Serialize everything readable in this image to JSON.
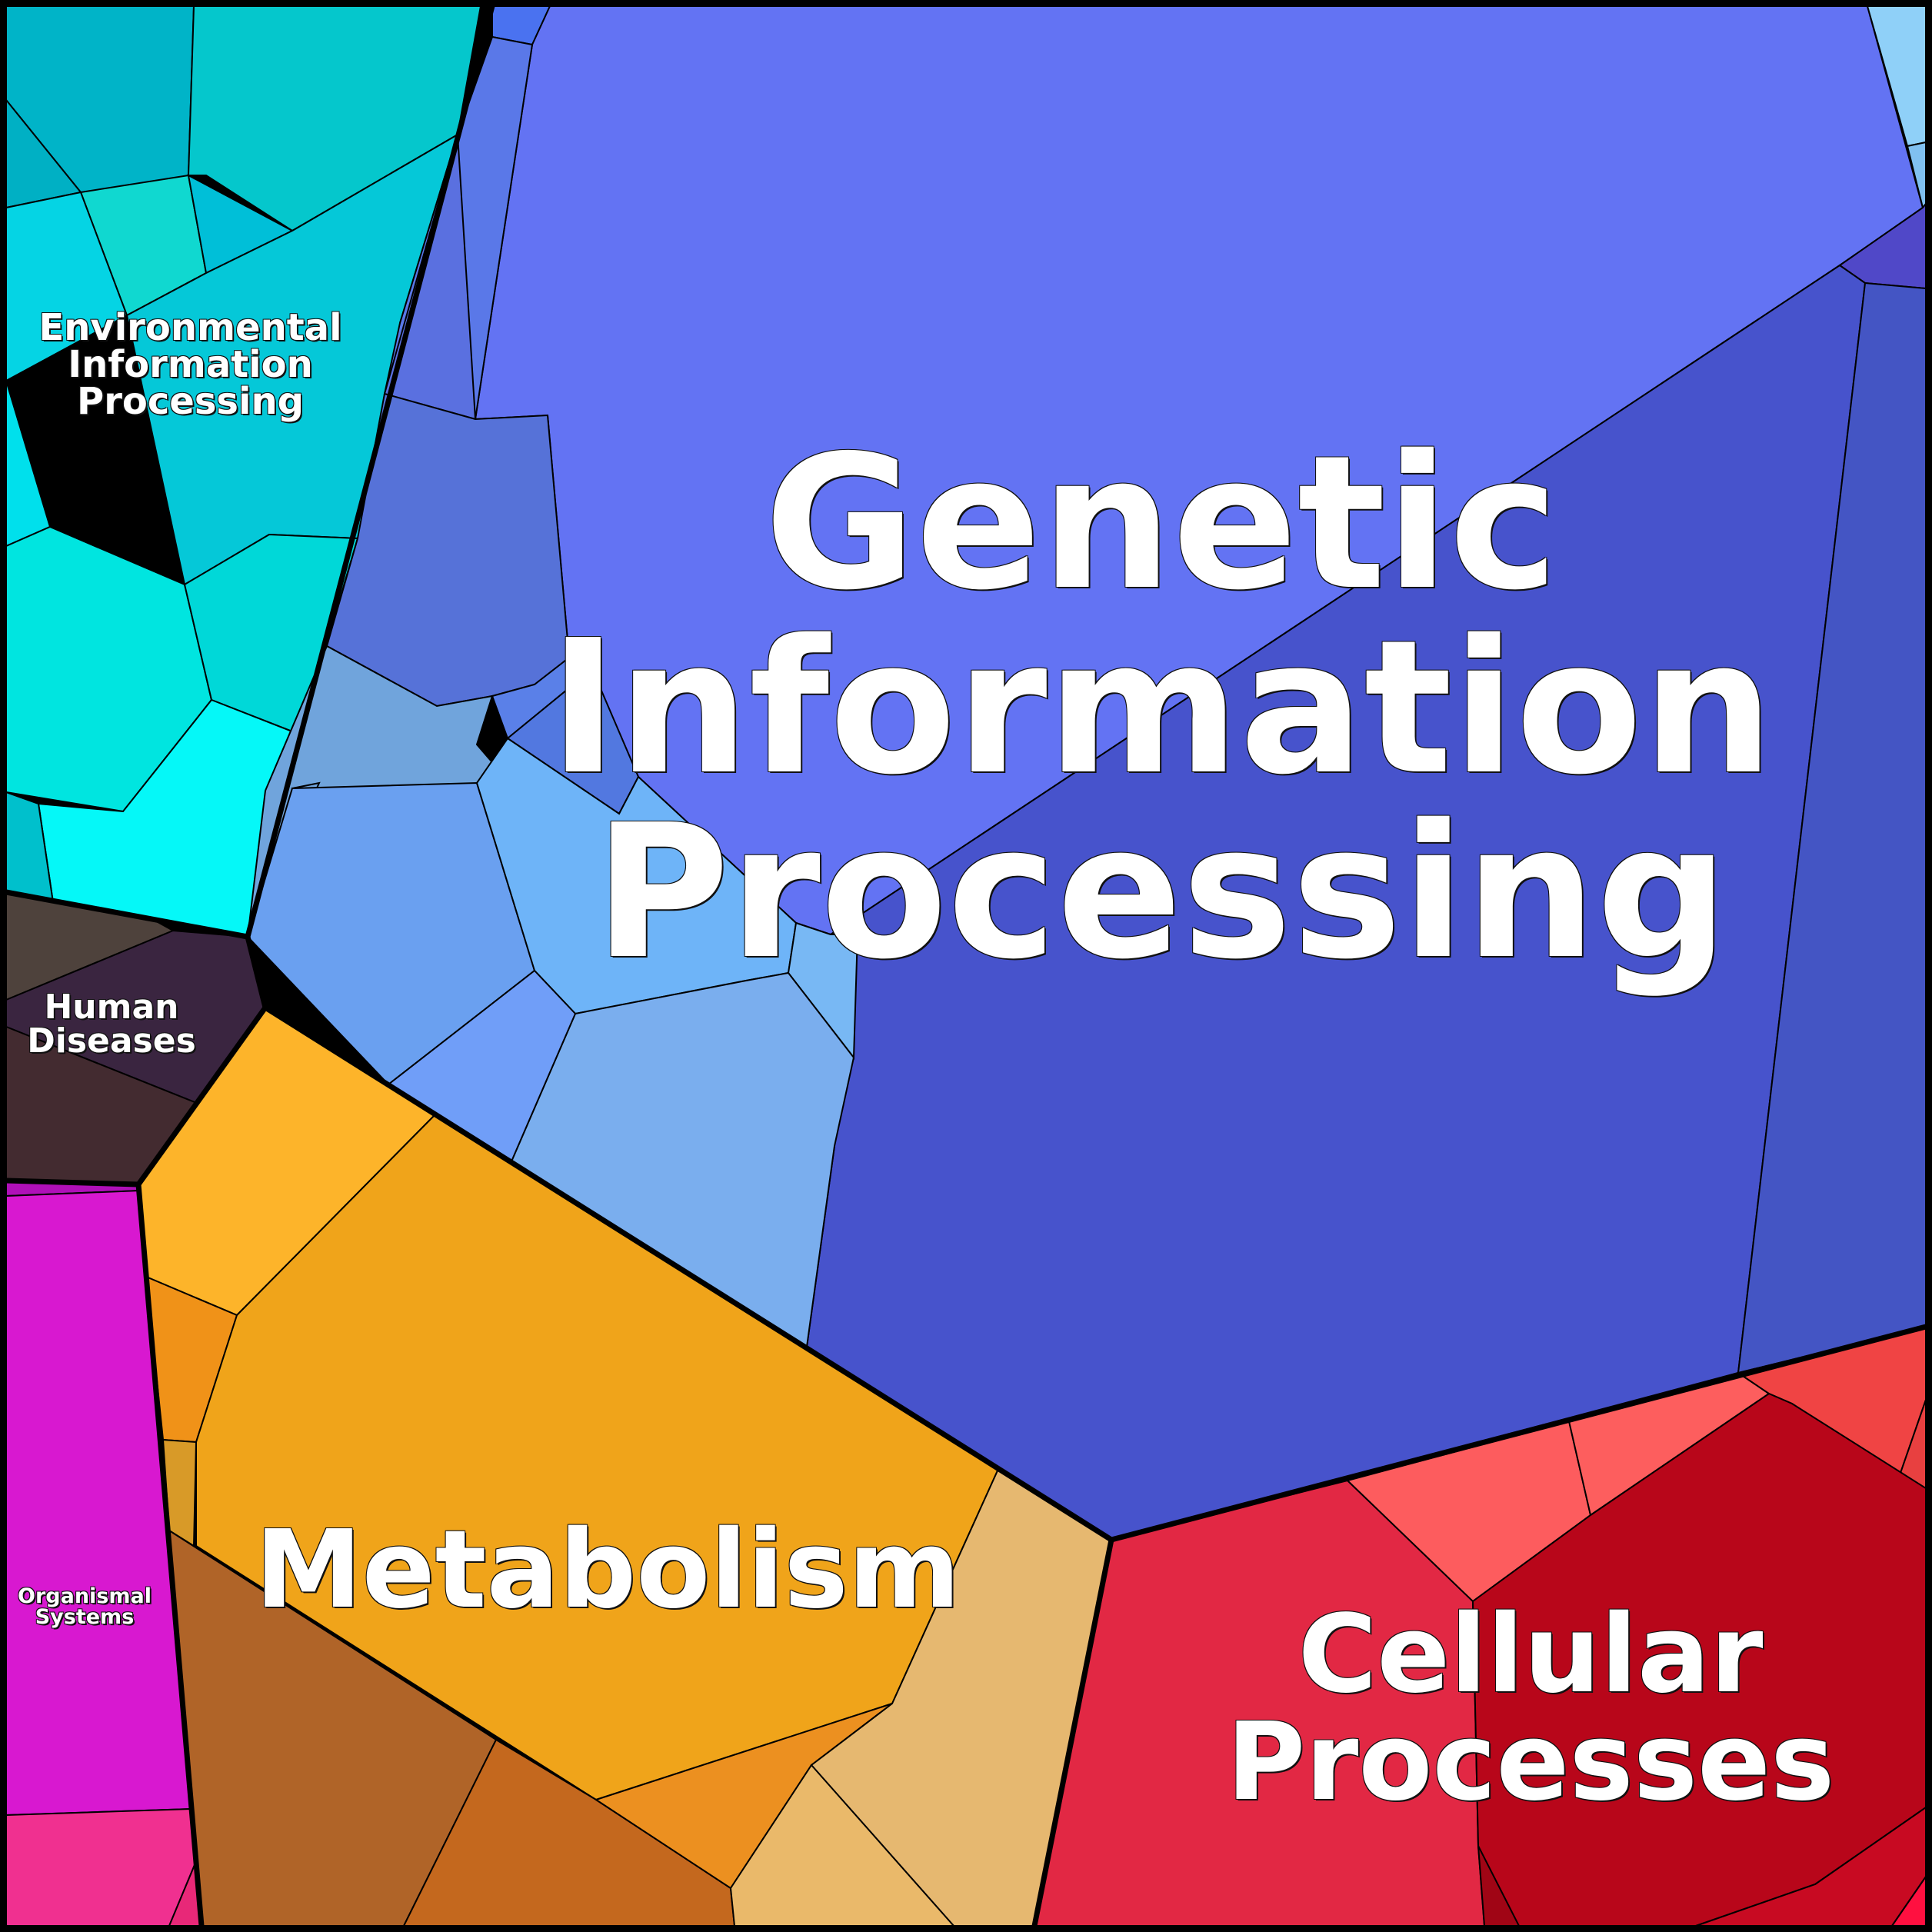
{
  "groups": [
    {
      "key": "genetic",
      "lines": [
        "Genetic",
        "Information",
        "Processing"
      ],
      "color": "#5560e0"
    },
    {
      "key": "environmental",
      "lines": [
        "Environmental",
        "Information",
        "Processing"
      ],
      "color": "#00c8d8"
    },
    {
      "key": "human",
      "lines": [
        "Human",
        "Diseases"
      ],
      "color": "#3d2a3a"
    },
    {
      "key": "organismal",
      "lines": [
        "Organismal",
        "Systems"
      ],
      "color": "#d818d0"
    },
    {
      "key": "metabolism",
      "lines": [
        "Metabolism"
      ],
      "color": "#f0a020"
    },
    {
      "key": "cellular",
      "lines": [
        "Cellular",
        "Processes"
      ],
      "color": "#d81030"
    }
  ]
}
